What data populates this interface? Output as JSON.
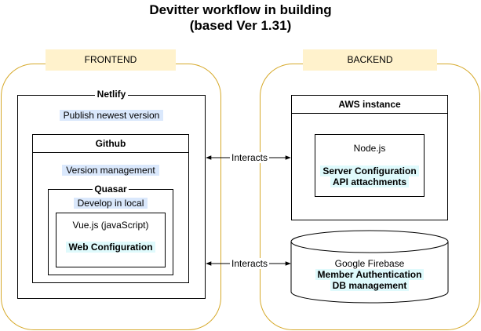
{
  "title": {
    "line1": "Devitter workflow in building",
    "line2": "(based Ver 1.31)"
  },
  "frontend": {
    "label": "FRONTEND",
    "netlify": {
      "title": "Netlify",
      "note": "Publish newest version"
    },
    "github": {
      "title": "Github",
      "note": "Version management"
    },
    "quasar": {
      "title": "Quasar",
      "note": "Develop in local"
    },
    "vue": {
      "title": "Vue.js (javaScript)",
      "note": "Web Configuration"
    }
  },
  "backend": {
    "label": "BACKEND",
    "aws": {
      "title": "AWS instance"
    },
    "node": {
      "title": "Node.js",
      "note1": "Server Configuration",
      "note2": "API attachments"
    },
    "firebase": {
      "title": "Google Firebase",
      "note1": "Member Authentication",
      "note2": "DB management"
    }
  },
  "connectors": {
    "top": "Interacts",
    "bottom": "Interacts"
  },
  "colors": {
    "frontend_border": "#d6a92a",
    "section_tag_bg": "#fff2cc",
    "blue_highlight": "#dae8fc",
    "cyan_highlight": "#dffafc"
  }
}
